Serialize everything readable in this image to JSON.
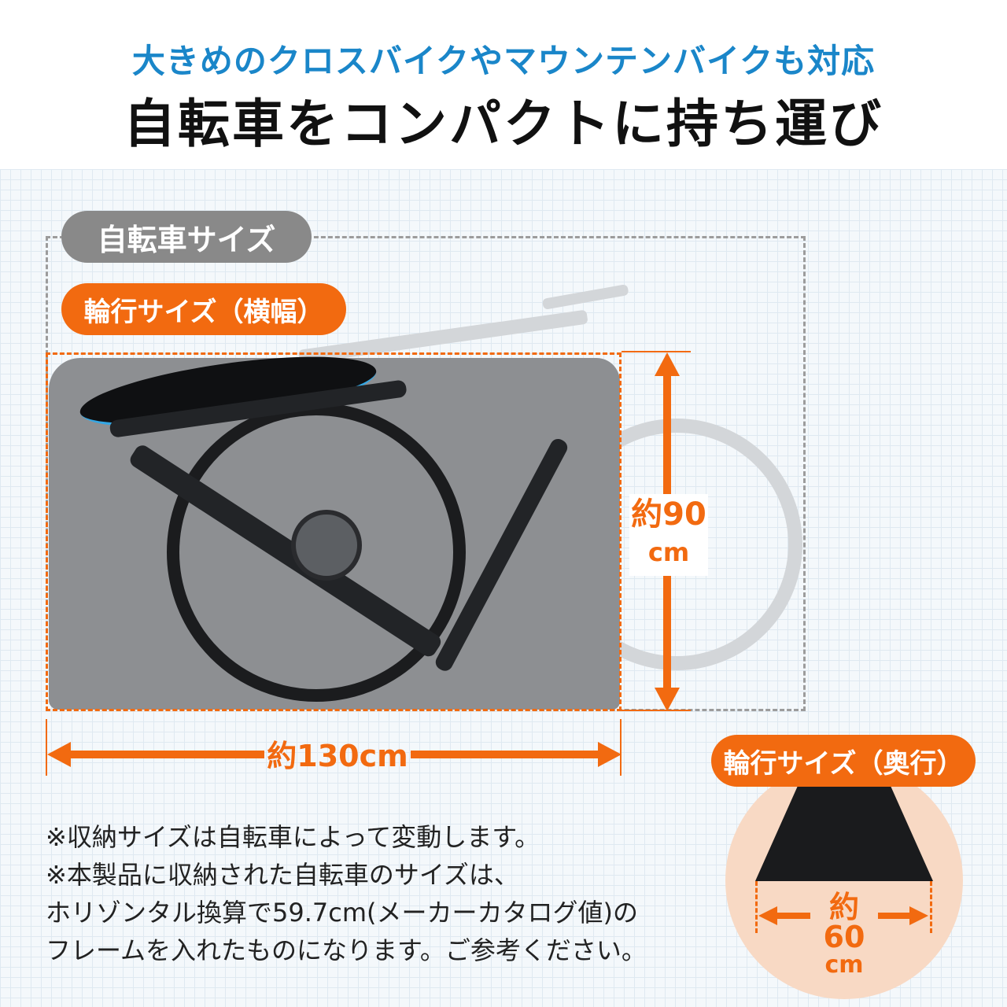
{
  "header": {
    "subtitle": "大きめのクロスバイクやマウンテンバイクも対応",
    "title": "自転車をコンパクトに持ち運び"
  },
  "labels": {
    "bike_size": "自転車サイズ",
    "carry_width": "輪行サイズ（横幅）",
    "carry_depth": "輪行サイズ（奥行）"
  },
  "dimensions": {
    "height_num": "約90",
    "height_unit": "cm",
    "width": "約130cm",
    "depth_num": "約60",
    "depth_unit": "cm"
  },
  "notes": [
    "※収納サイズは自転車によって変動します。",
    "※本製品に収納された自転車のサイズは、",
    "ホリゾンタル換算で59.7cm(メーカーカタログ値)の",
    "フレームを入れたものになります。ご参考ください。"
  ],
  "colors": {
    "accent_orange": "#f26a10",
    "accent_blue": "#1a86c9",
    "pill_gray": "#898989"
  }
}
